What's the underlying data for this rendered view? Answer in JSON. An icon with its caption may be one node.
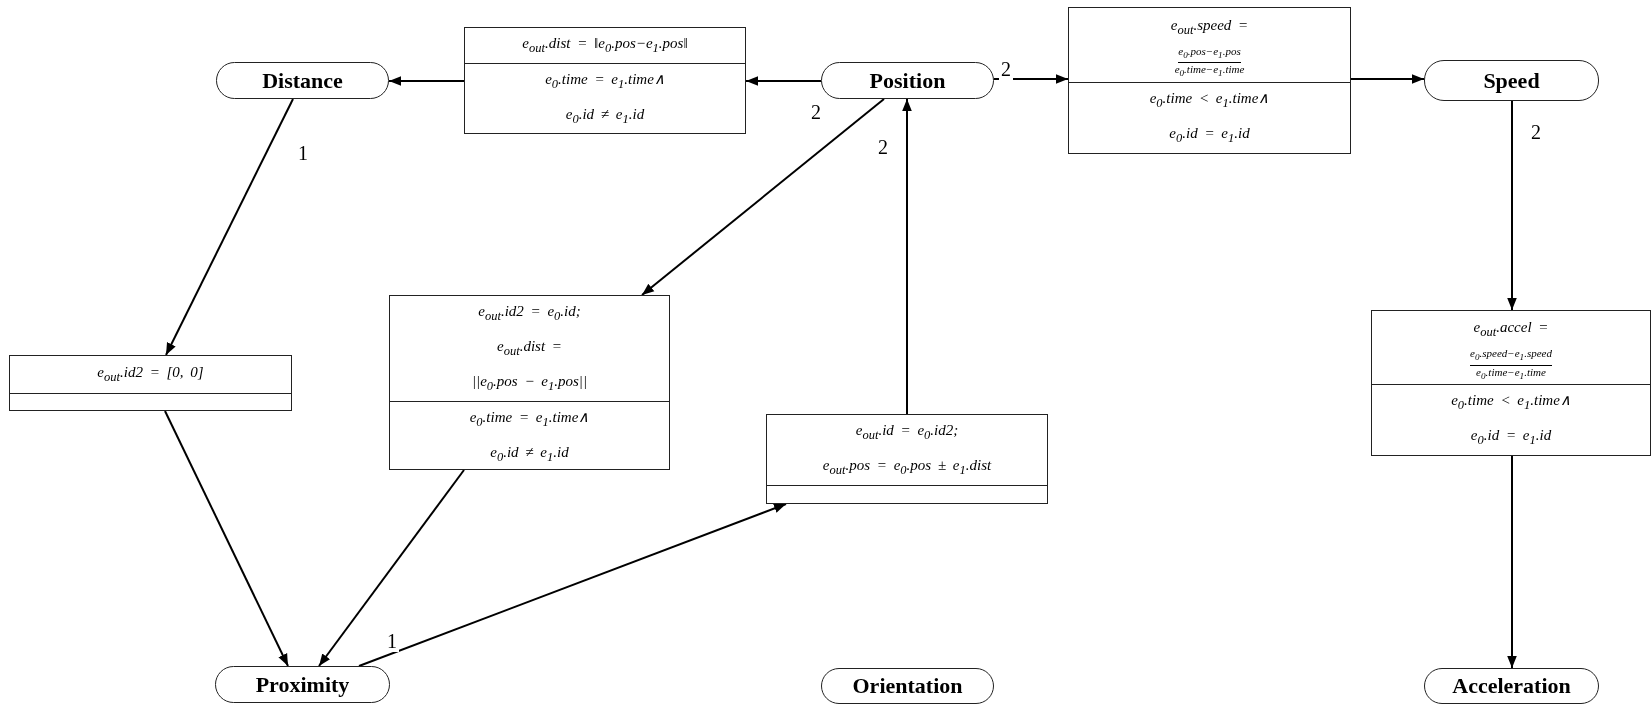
{
  "diagram": {
    "nodes": [
      {
        "text": [
          "Distance"
        ]
      },
      {
        "text": [
          "e$_{out}$.dist = ‖e$_{0}$.pos−e$_{1}$.pos‖",
          "e$_{0}$.time = e$_{1}$.time∧ e$_{0}$.id ≠ e$_{1}$.id"
        ]
      },
      {
        "text": [
          "Position"
        ]
      },
      {
        "text": [
          "e$_{out}$.speed =",
          "e$_{0}$.pos−e$_{1}$.pos",
          "e$_{0}$.time−e$_{1}$.time",
          "e$_{0}$.time < e$_{1}$.time∧ e$_{0}$.id = e$_{1}$.id"
        ]
      },
      {
        "text": [
          "Speed"
        ]
      },
      {
        "text": [
          "e$_{out}$.id2 = [0, 0]"
        ]
      },
      {
        "text": [
          "e$_{out}$.id2 = e$_{0}$.id;",
          "e$_{out}$.dist = ||e$_{0}$.pos − e$_{1}$.pos||",
          "e$_{0}$.time = e$_{1}$.time∧ e$_{0}$.id ≠ e$_{1}$.id"
        ]
      },
      {
        "text": [
          "e$_{out}$.id = e$_{0}$.id2;",
          "e$_{out}$.pos = e$_{0}$.pos ± e$_{1}$.dist"
        ]
      },
      {
        "text": [
          "e$_{out}$.accel =",
          "e$_{0}$.speed−e$_{1}$.speed",
          "e$_{0}$.time−e$_{1}$.time",
          "e$_{0}$.time < e$_{1}$.time∧ e$_{0}$.id = e$_{1}$.id"
        ]
      },
      {
        "text": [
          "Proximity"
        ]
      },
      {
        "text": [
          "Orientation"
        ]
      },
      {
        "text": [
          "Acceleration"
        ]
      }
    ],
    "edges": [
      {
        "from": 2,
        "to": 1,
        "arrow": "to",
        "label": "2"
      },
      {
        "from": 1,
        "to": 0,
        "arrow": "to"
      },
      {
        "from": 2,
        "to": 3,
        "arrow": "to",
        "label": "2"
      },
      {
        "from": 3,
        "to": 4,
        "arrow": "to"
      },
      {
        "from": 4,
        "to": 8,
        "arrow": "to",
        "label": "2"
      },
      {
        "from": 8,
        "to": 11,
        "arrow": "to"
      },
      {
        "from": 0,
        "to": 5,
        "arrow": "to",
        "label": "1"
      },
      {
        "from": 5,
        "to": 9,
        "arrow": "to"
      },
      {
        "from": 2,
        "to": 6,
        "arrow": "to",
        "label": "2"
      },
      {
        "from": 6,
        "to": 9,
        "arrow": "to"
      },
      {
        "from": 9,
        "to": 7,
        "arrow": "to",
        "label": "1"
      },
      {
        "from": 7,
        "to": 2,
        "arrow": "to"
      }
    ]
  }
}
